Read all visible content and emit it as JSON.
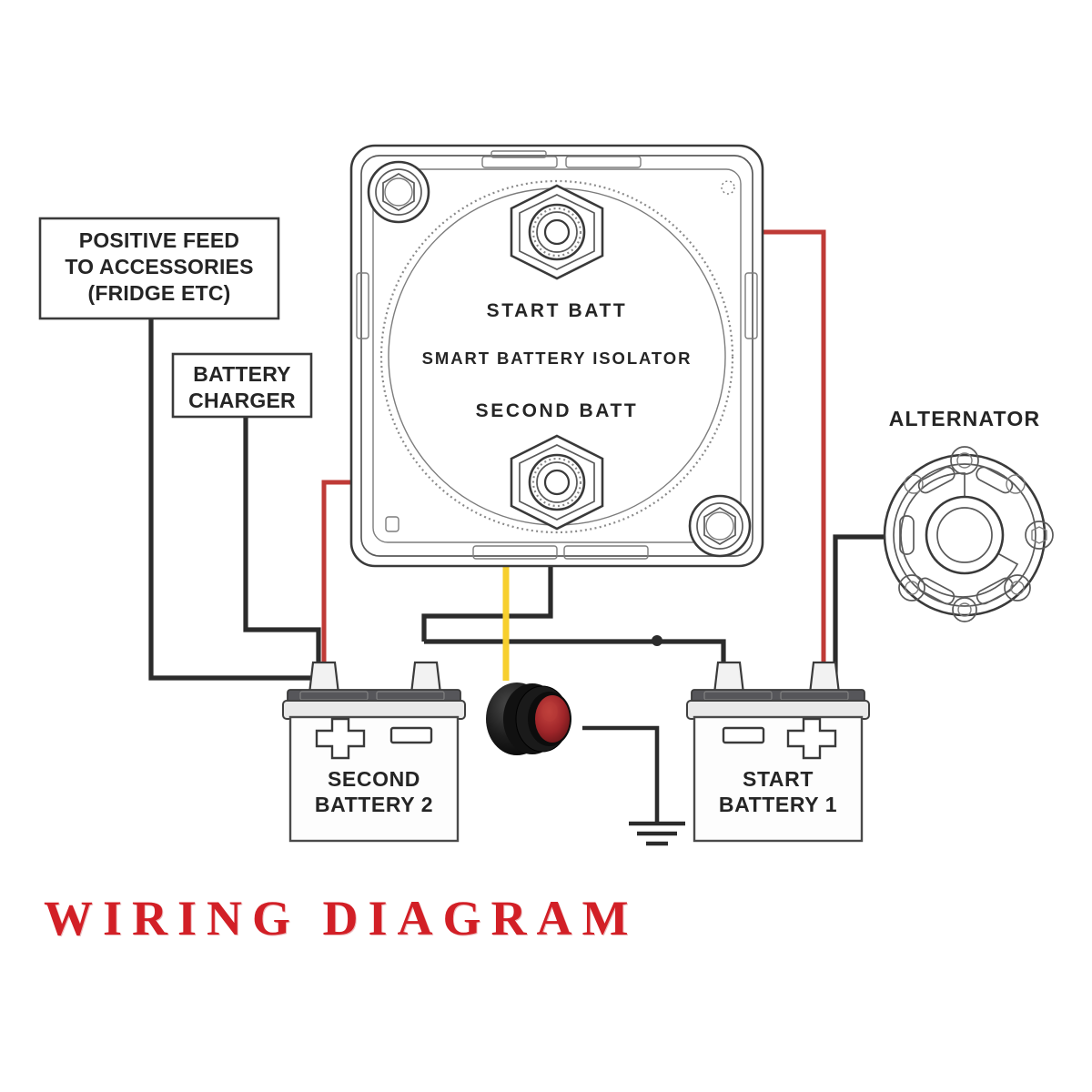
{
  "title": "WIRING DIAGRAM",
  "boxes": [
    {
      "name": "positive-feed",
      "lines": [
        "POSITIVE FEED",
        "TO ACCESSORIES",
        "(FRIDGE ETC)"
      ]
    },
    {
      "name": "battery-charger",
      "lines": [
        "BATTERY",
        "CHARGER"
      ]
    }
  ],
  "isolator": {
    "label_top": "START BATT",
    "label_middle": "SMART BATTERY ISOLATOR",
    "label_bottom": "SECOND BATT",
    "terminal_top_name": "start-batt-terminal",
    "terminal_bottom_name": "second-batt-terminal"
  },
  "alternator": {
    "label": "ALTERNATOR"
  },
  "batteries": [
    {
      "name": "second-battery",
      "line1": "SECOND",
      "line2": "BATTERY 2",
      "positive_side": "left",
      "negative_side": "right",
      "plus_symbol": "+",
      "minus_symbol": "-"
    },
    {
      "name": "start-battery",
      "line1": "START",
      "line2": "BATTERY 1",
      "positive_side": "right",
      "negative_side": "left",
      "plus_symbol": "+",
      "minus_symbol": "-"
    }
  ],
  "switch": {
    "name": "push-button-switch",
    "body_color": "#151515",
    "face_color": "#a3272a"
  },
  "ground": {
    "name": "earth-ground-symbol"
  },
  "wire_colors": {
    "positive_red": "#bf3a36",
    "negative_black": "#2b2b2b",
    "trigger_yellow": "#f7cf2e"
  },
  "wires": [
    {
      "name": "isolator-top-to-start-battery-positive",
      "color": "red"
    },
    {
      "name": "isolator-bottom-to-second-battery-positive",
      "color": "red"
    },
    {
      "name": "alternator-to-start-battery-positive",
      "color": "black"
    },
    {
      "name": "positive-feed-to-second-battery-positive",
      "color": "black"
    },
    {
      "name": "battery-charger-to-second-battery-positive",
      "color": "black"
    },
    {
      "name": "isolator-negative-bus",
      "color": "black"
    },
    {
      "name": "negative-bus-between-batteries",
      "color": "black"
    },
    {
      "name": "isolator-trigger-to-switch",
      "color": "yellow"
    },
    {
      "name": "switch-to-ground",
      "color": "black"
    }
  ]
}
